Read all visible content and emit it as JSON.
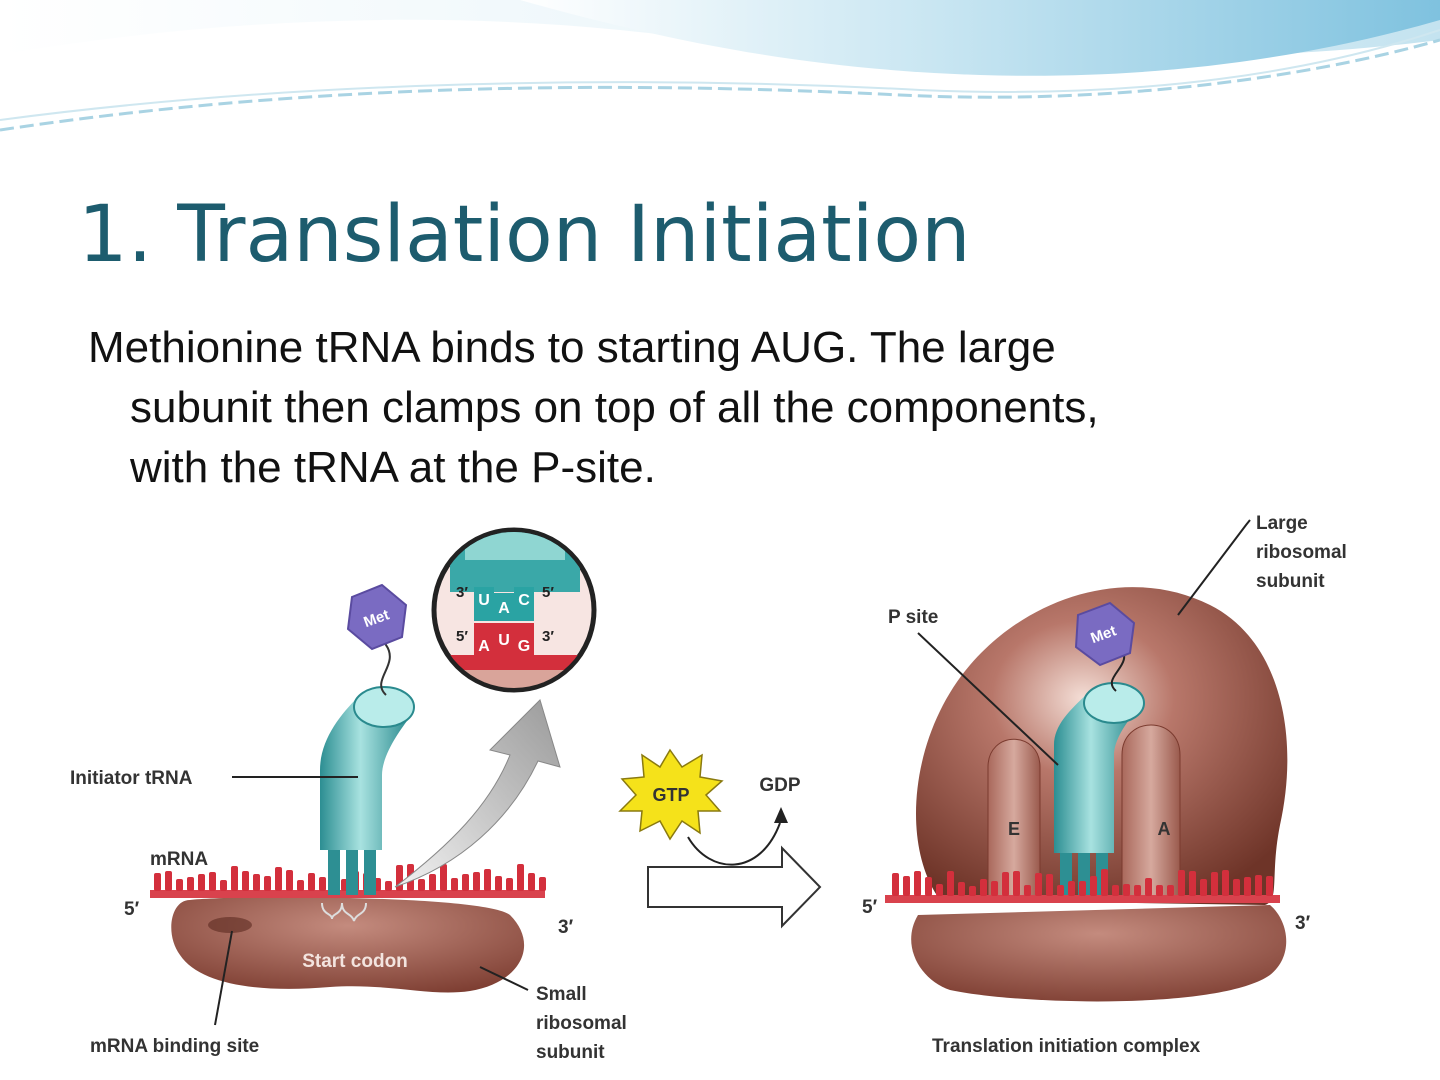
{
  "slide": {
    "title": "1. Translation Initiation",
    "body_lines": [
      "Methionine tRNA binds to starting AUG.  The large",
      "subunit then clamps on top of all the components,",
      "with the tRNA at the P-site."
    ]
  },
  "figure": {
    "left_panel": {
      "met": "Met",
      "initiator_trna": "Initiator tRNA",
      "mrna": "mRNA",
      "five_prime": "5′",
      "three_prime": "3′",
      "start_codon": "Start codon",
      "mrna_binding_site": "mRNA binding site",
      "small_subunit_1": "Small",
      "small_subunit_2": "ribosomal",
      "small_subunit_3": "subunit"
    },
    "inset": {
      "anticodon_left": "3′",
      "anticodon_right": "5′",
      "codon_left": "5′",
      "codon_right": "3′",
      "anticodon": [
        "U",
        "A",
        "C"
      ],
      "codon": [
        "A",
        "U",
        "G"
      ]
    },
    "arrow": {
      "gtp": "GTP",
      "gdp": "GDP"
    },
    "right_panel": {
      "large_1": "Large",
      "large_2": "ribosomal",
      "large_3": "subunit",
      "p_site": "P site",
      "met": "Met",
      "e_site": "E",
      "a_site": "A",
      "five_prime": "5′",
      "three_prime": "3′",
      "caption": "Translation initiation complex"
    },
    "colors": {
      "title": "#1d5c6e",
      "ribosome": "#8c4a3c",
      "mrna": "#d32f3c",
      "trna": "#3aa8a8",
      "met": "#7a6bc2",
      "gtp": "#f5e21a"
    }
  }
}
